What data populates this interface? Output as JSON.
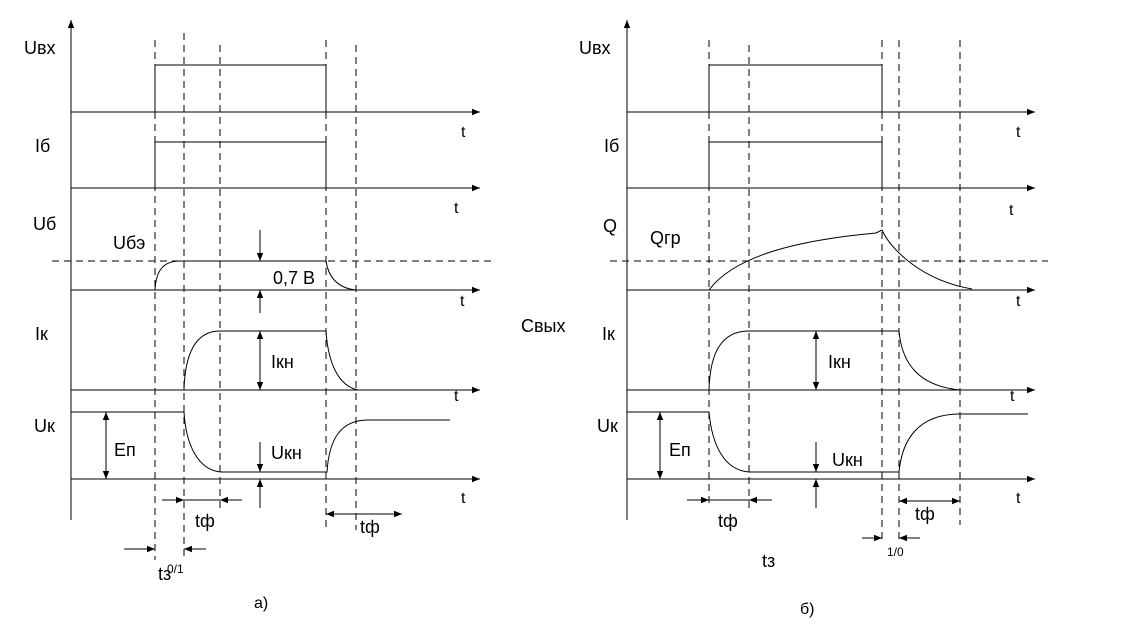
{
  "colors": {
    "ink": "#000000",
    "background": "#ffffff"
  },
  "panel_a": {
    "axis_uvx": "Uвх",
    "axis_ib": "Iб",
    "axis_ub": "Uб",
    "label_ube": "Uбэ",
    "value_07v": "0,7 В",
    "axis_ik": "Iк",
    "label_ikn": "Iкн",
    "axis_uk": "Uк",
    "label_ep": "Eп",
    "label_ukn": "Uкн",
    "time_t": "t",
    "label_tf_rise": "tф",
    "label_tf_fall": "tф",
    "label_tz": "tз",
    "label_01": "0/1",
    "caption": "а)"
  },
  "panel_b": {
    "axis_uvx": "Uвх",
    "axis_ib": "Iб",
    "axis_q": "Q",
    "label_qgr": "Qгр",
    "label_cvyx": "Cвых",
    "axis_ik": "Iк",
    "label_ikn": "Iкн",
    "axis_uk": "Uк",
    "label_ep": "Eп",
    "label_ukn": "Uкн",
    "time_t": "t",
    "label_tf_rise": "tф",
    "label_tf_fall": "tф",
    "label_tz": "tз",
    "label_10": "1/0",
    "caption": "б)"
  }
}
